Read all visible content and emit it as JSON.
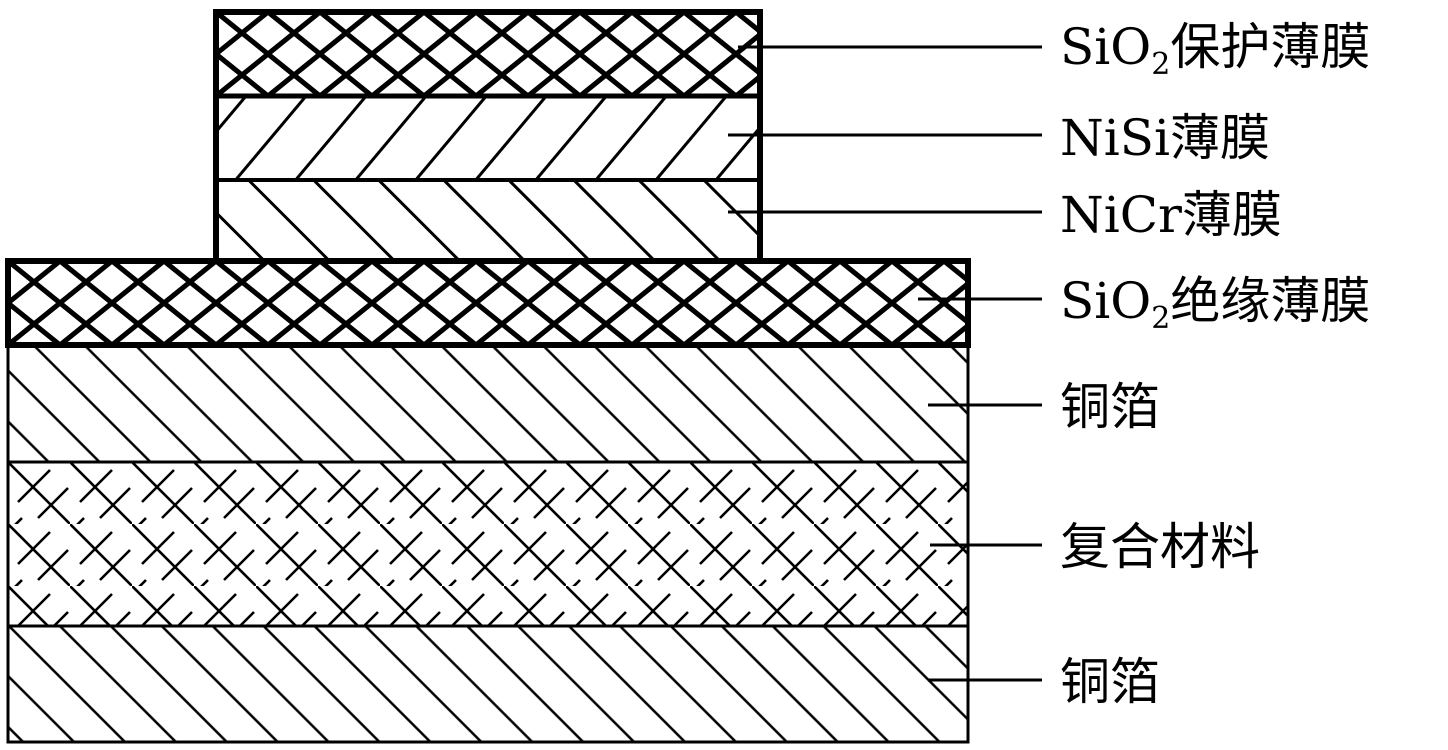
{
  "diagram": {
    "type": "layer-cross-section",
    "colors": {
      "ink": "#000000",
      "paper": "#ffffff"
    },
    "layers": [
      {
        "id": "sio2-protective",
        "pattern": "crosshatch-dense",
        "label_parts": [
          {
            "text": "SiO"
          },
          {
            "text": "2",
            "sub": true
          },
          {
            "text": "保护薄膜"
          }
        ]
      },
      {
        "id": "nisi",
        "pattern": "back-diagonal",
        "label_parts": [
          {
            "text": "NiSi薄膜"
          }
        ]
      },
      {
        "id": "nicr",
        "pattern": "forward-diagonal",
        "label_parts": [
          {
            "text": "NiCr薄膜"
          }
        ]
      },
      {
        "id": "sio2-insulating",
        "pattern": "crosshatch-dense",
        "label_parts": [
          {
            "text": "SiO"
          },
          {
            "text": "2",
            "sub": true
          },
          {
            "text": "绝缘薄膜"
          }
        ]
      },
      {
        "id": "copper-foil-top",
        "pattern": "forward-diagonal-thin",
        "label_parts": [
          {
            "text": "铜箔"
          }
        ]
      },
      {
        "id": "composite",
        "pattern": "broken-crosshatch",
        "label_parts": [
          {
            "text": "复合材料"
          }
        ]
      },
      {
        "id": "copper-foil-bottom",
        "pattern": "forward-diagonal-thin",
        "label_parts": [
          {
            "text": "铜箔"
          }
        ]
      }
    ]
  }
}
